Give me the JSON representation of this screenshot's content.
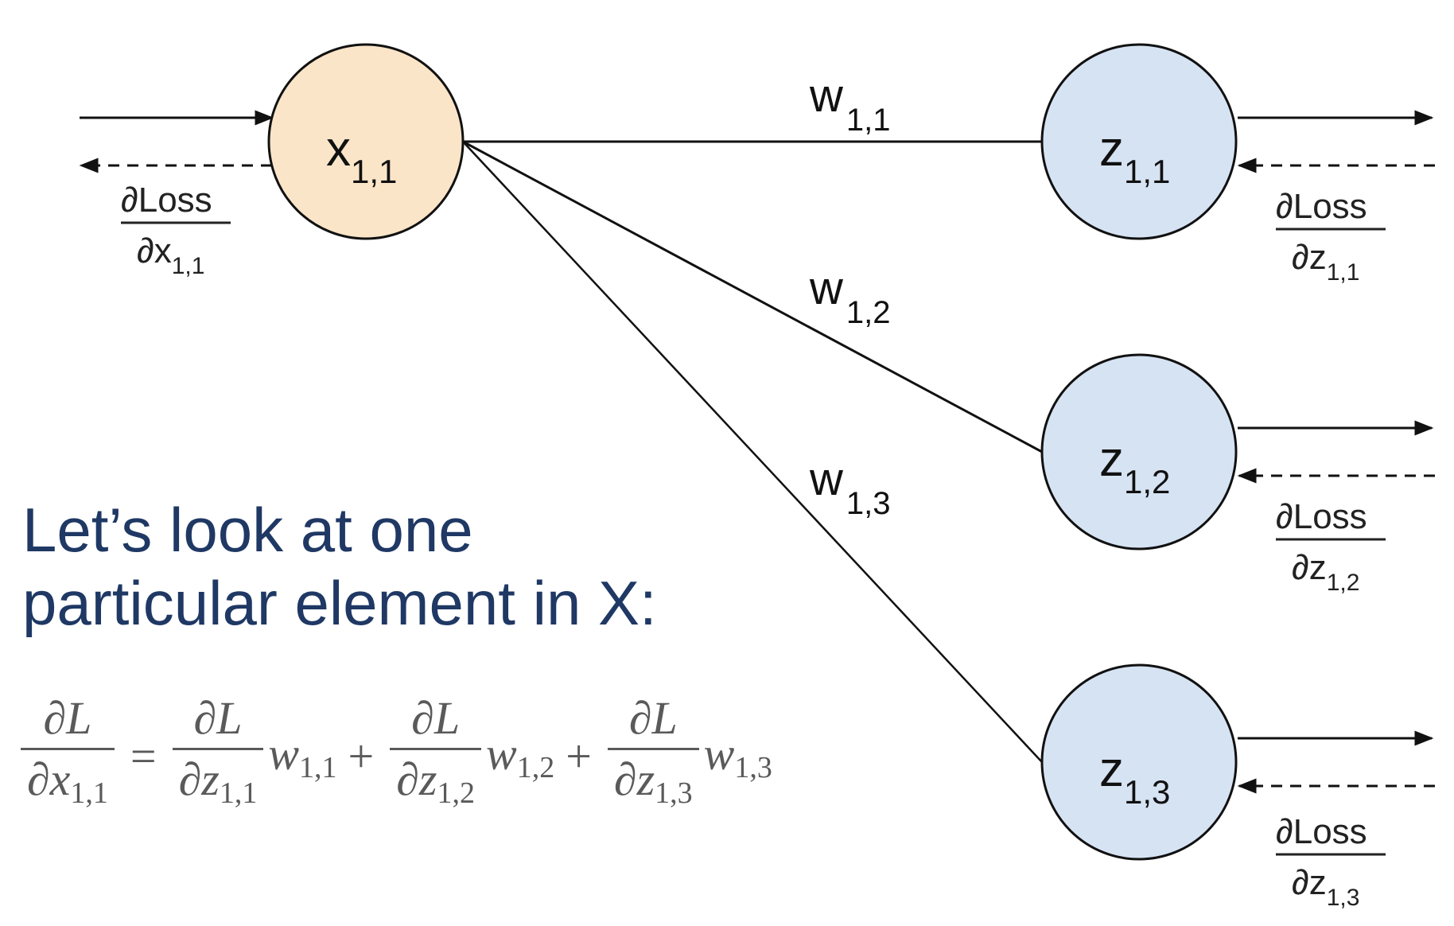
{
  "nodes": {
    "x": {
      "letter": "x",
      "sub": "1,1",
      "fill": "#fae5c8"
    },
    "z1": {
      "letter": "z",
      "sub": "1,1",
      "fill": "#d6e3f3"
    },
    "z2": {
      "letter": "z",
      "sub": "1,2",
      "fill": "#d6e3f3"
    },
    "z3": {
      "letter": "z",
      "sub": "1,3",
      "fill": "#d6e3f3"
    }
  },
  "weights": [
    {
      "letter": "w",
      "sub": "1,1"
    },
    {
      "letter": "w",
      "sub": "1,2"
    },
    {
      "letter": "w",
      "sub": "1,3"
    }
  ],
  "gradients": {
    "x": {
      "num": "∂Loss",
      "den": "∂x",
      "sub": "1,1"
    },
    "z1": {
      "num": "∂Loss",
      "den": "∂z",
      "sub": "1,1"
    },
    "z2": {
      "num": "∂Loss",
      "den": "∂z",
      "sub": "1,2"
    },
    "z3": {
      "num": "∂Loss",
      "den": "∂z",
      "sub": "1,3"
    }
  },
  "headline": {
    "line1": "Let’s look at one",
    "line2": "particular element in X:",
    "color": "#1f3864"
  },
  "equation": {
    "lhs": {
      "num": "∂L",
      "den": "∂x",
      "den_sub": "1,1"
    },
    "equals": "=",
    "plus": "+",
    "terms": [
      {
        "num": "∂L",
        "den": "∂z",
        "den_sub": "1,1",
        "w": "w",
        "w_sub": "1,1"
      },
      {
        "num": "∂L",
        "den": "∂z",
        "den_sub": "1,2",
        "w": "w",
        "w_sub": "1,2"
      },
      {
        "num": "∂L",
        "den": "∂z",
        "den_sub": "1,3",
        "w": "w",
        "w_sub": "1,3"
      }
    ]
  }
}
